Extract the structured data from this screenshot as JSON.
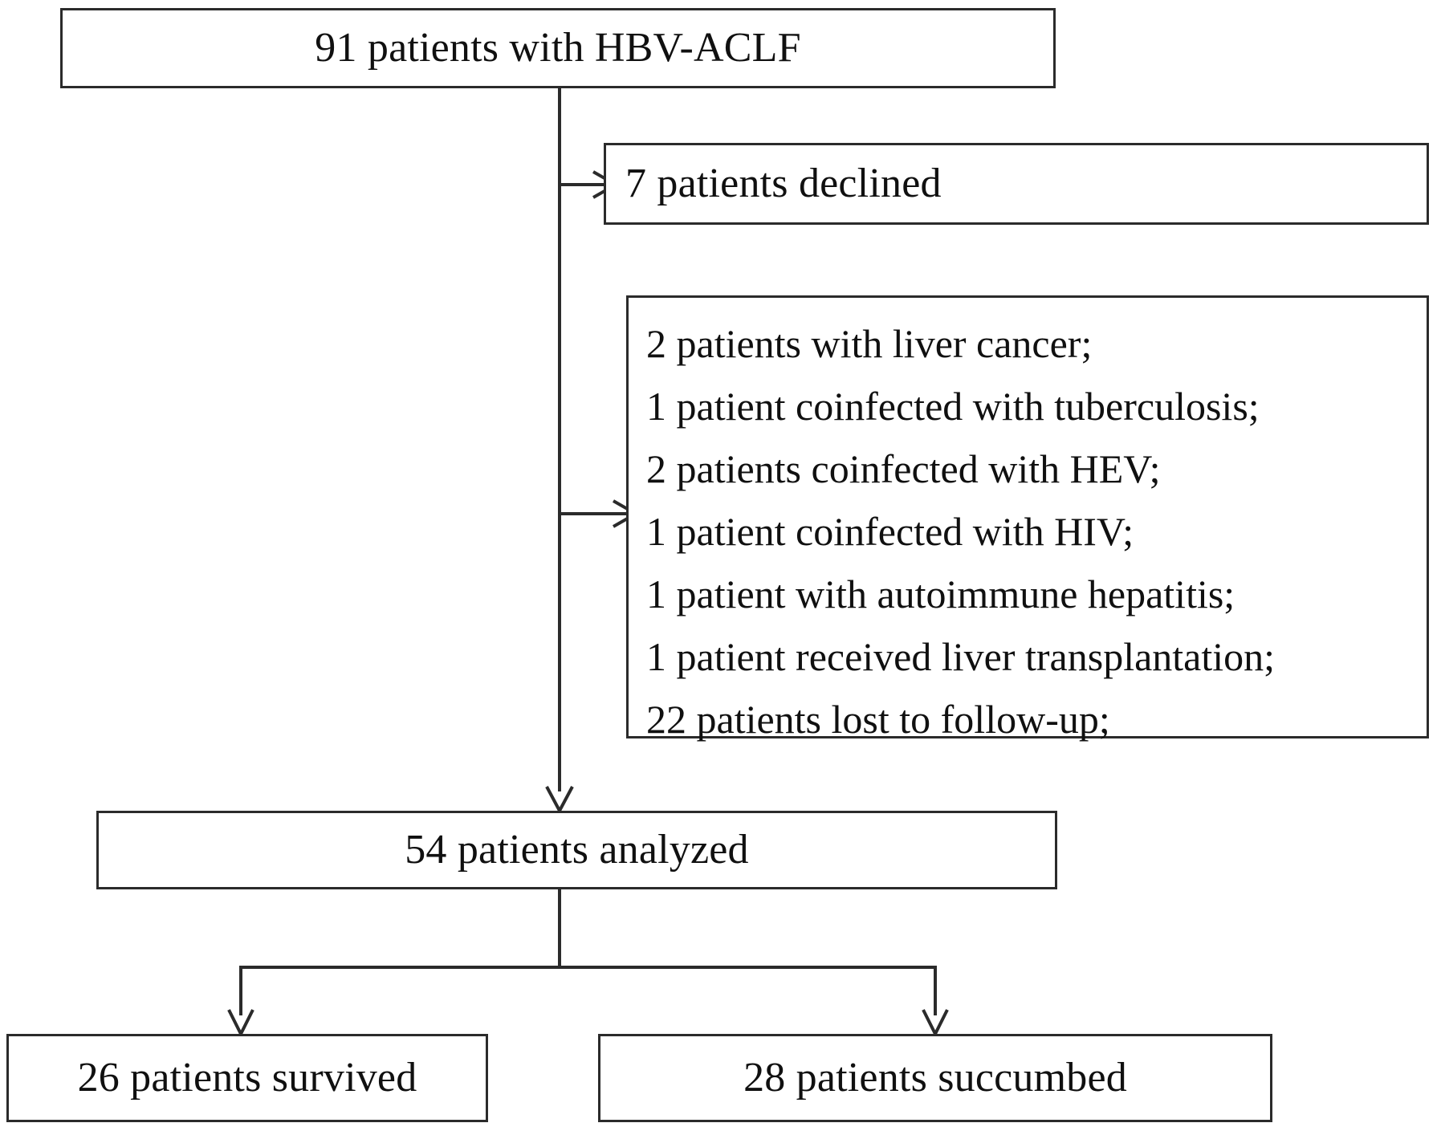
{
  "diagram": {
    "type": "flowchart",
    "title_text": "Patient enrollment flow diagram",
    "line_color": "#2b2b2b",
    "background_color": "#ffffff",
    "text_color": "#101010",
    "nodes": {
      "enrolled": {
        "label": "91 patients with HBV-ACLF",
        "count": 91
      },
      "declined": {
        "label": "7 patients declined",
        "count": 7
      },
      "analyzed": {
        "label": "54 patients analyzed",
        "count": 54
      },
      "survived": {
        "label": "26 patients survived",
        "count": 26
      },
      "succumbed": {
        "label": "28 patients succumbed",
        "count": 28
      }
    },
    "exclusions": {
      "lines": [
        "2 patients with liver cancer;",
        "1 patient coinfected with tuberculosis;",
        "2 patients coinfected with HEV;",
        "1 patient coinfected with HIV;",
        "1 patient with autoimmune hepatitis;",
        "1 patient received liver transplantation;",
        "22 patients lost to follow-up;"
      ]
    }
  }
}
